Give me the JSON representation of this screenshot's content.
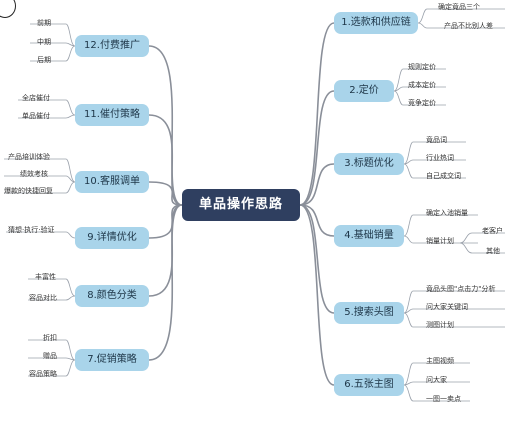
{
  "center": "单品操作思路",
  "left": [
    {
      "label": "12.付费推广",
      "leaves": [
        "前期",
        "中期",
        "后期"
      ]
    },
    {
      "label": "11.催付策略",
      "leaves": [
        "全店催付",
        "单品催付"
      ]
    },
    {
      "label": "10.客服调单",
      "leaves": [
        "产品培训体验",
        "绩效考核",
        "爆款的快捷回复"
      ]
    },
    {
      "label": "9.详情优化",
      "leaves": [
        "猜想·执行·验证"
      ]
    },
    {
      "label": "8.颜色分类",
      "leaves": [
        "丰富性",
        "容品对比"
      ]
    },
    {
      "label": "7.促销策略",
      "leaves": [
        "折扣",
        "赠品",
        "容品策略"
      ]
    }
  ],
  "right": [
    {
      "label": "1.选款和供应链",
      "leaves": [
        "确定竟品三个",
        "产品不比别人差"
      ]
    },
    {
      "label": "2.定价",
      "leaves": [
        "规则定价",
        "成本定价",
        "竞争定价"
      ]
    },
    {
      "label": "3.标题优化",
      "leaves": [
        "竟品词",
        "行业热词",
        "自己成交词"
      ]
    },
    {
      "label": "4.基础销量",
      "leaves": [
        "确定入池销量",
        "销量计划"
      ],
      "sub": [
        "老客户",
        "其他"
      ]
    },
    {
      "label": "5.搜索头图",
      "leaves": [
        "竟品头图\"点击力\"分析",
        "问大家关键词",
        "测图计划"
      ]
    },
    {
      "label": "6.五张主图",
      "leaves": [
        "主图视频",
        "问大家",
        "一图一卖点"
      ]
    }
  ]
}
